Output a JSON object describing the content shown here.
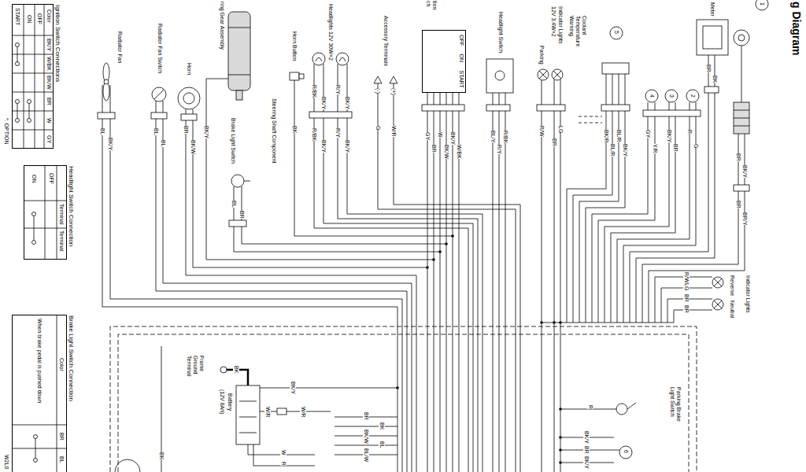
{
  "diagram": {
    "title": "g Diagram",
    "nodes": [
      {
        "text": [
          "Ignition Switch Connections"
        ]
      },
      {
        "text": [
          "Headlight Switch Connection"
        ]
      },
      {
        "text": [
          "Brake Light Switch Connection"
        ]
      },
      {
        "text": [
          "OFF",
          "ON",
          "START"
        ]
      }
    ],
    "labels": [
      "Color",
      "BK/Y",
      "W/BK",
      "BK/W",
      "BR",
      "W",
      "GY",
      "OFF",
      "ON",
      "START",
      "*: OPTION",
      "Terminal",
      "Terminal",
      "OFF",
      "ON",
      "Color",
      "BR",
      "BL",
      "When brake pedal is pushed down",
      "W2L0",
      "Radiator Fan",
      "BL",
      "BK/Y",
      "Radiator Fan Switch",
      "BL",
      "BL",
      "Horn",
      "BR",
      "BK/W",
      "ring Gear Assembly",
      "BK/Y",
      "Horn Button",
      "BK",
      "Steering Shaft Component",
      "Brake Light Switch",
      "BL",
      "BR",
      "Headlights 12V 30W×2",
      "R/BK",
      "BK/Y",
      "R/Y",
      "BK/Y",
      "R/BK",
      "BK/Y",
      "R/Y",
      "BK/Y",
      "Accessory Terminals",
      "(-)",
      "(+)",
      "G",
      "W/R",
      "tion",
      "ch",
      "GY",
      "BR",
      "W",
      "BK/W",
      "BK/Y",
      "W/BK",
      "Headlight Switch",
      "BL/Y",
      "R/Y",
      "R/BK",
      "Indicator Lights",
      "12V 3.4W×2",
      "Parking",
      "Coolant",
      "Temperature",
      "Warning",
      "R/W",
      "BR",
      "LG",
      "5",
      "BK/R",
      "BL/R",
      "BL/R",
      "BK/Y",
      "4",
      "GY",
      "Y/R",
      "3",
      "BK/Y",
      "BR",
      "2",
      "R",
      "G",
      "Meter",
      "BR",
      "BK",
      "1",
      "BR",
      "BK/Y",
      "BR",
      "BR/Y",
      "Indicator Lights",
      "Reverse",
      "Neutral",
      "R/W",
      "LG",
      "BR",
      "BR",
      "Parking Brake Light Switch",
      "R",
      "BK/Y",
      "BR",
      "BK/Y",
      "6",
      "Frame Ground Terminal",
      "BK",
      "Battery",
      "(12V 8Ah)",
      "BK/Y",
      "W/R",
      "W/R",
      "W",
      "R",
      "BK",
      "BR",
      "BK",
      "BK/W",
      "BL",
      "BL/W"
    ]
  }
}
